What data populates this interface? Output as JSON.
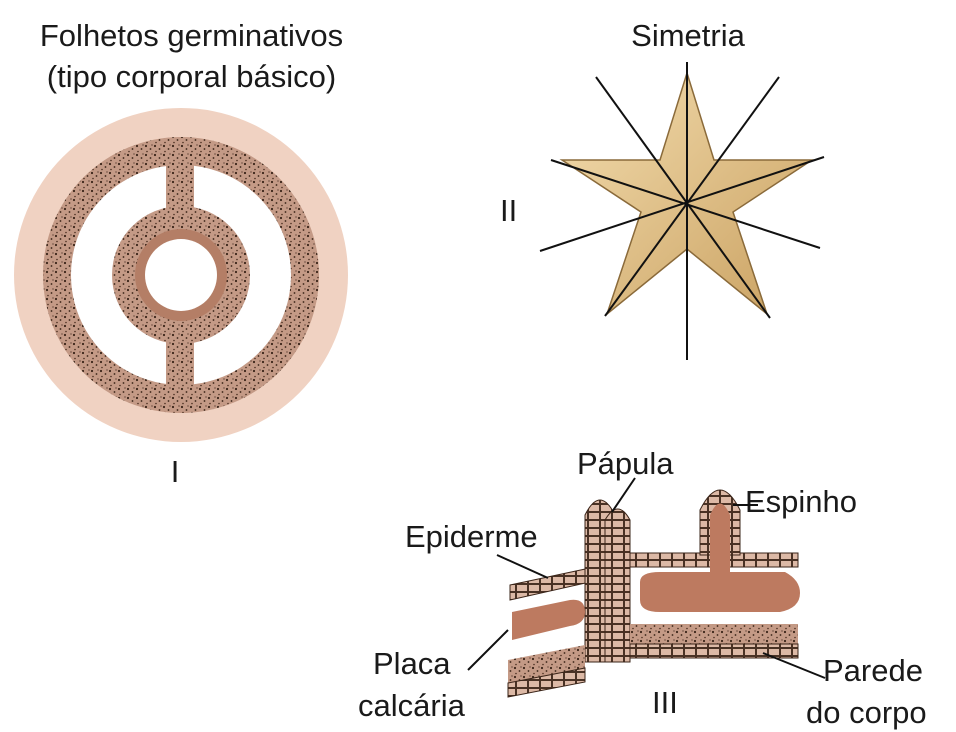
{
  "panel1": {
    "title_line1": "Folhetos germinativos",
    "title_line2": "(tipo corporal básico)",
    "numeral": "I"
  },
  "panel2": {
    "title": "Simetria",
    "numeral": "II"
  },
  "panel3": {
    "numeral": "III",
    "labels": {
      "papula": "Pápula",
      "espinho": "Espinho",
      "epiderme": "Epiderme",
      "placa_line1": "Placa",
      "placa_line2": "calcária",
      "parede_line1": "Parede",
      "parede_line2": "do corpo"
    }
  },
  "colors": {
    "outer_ring": "#f0d2c2",
    "speckled_layer": "#c49a86",
    "inner_ring": "#b47e66",
    "star_light": "#f4deb0",
    "star_dark": "#c9a060",
    "plate": "#bd7a60"
  }
}
